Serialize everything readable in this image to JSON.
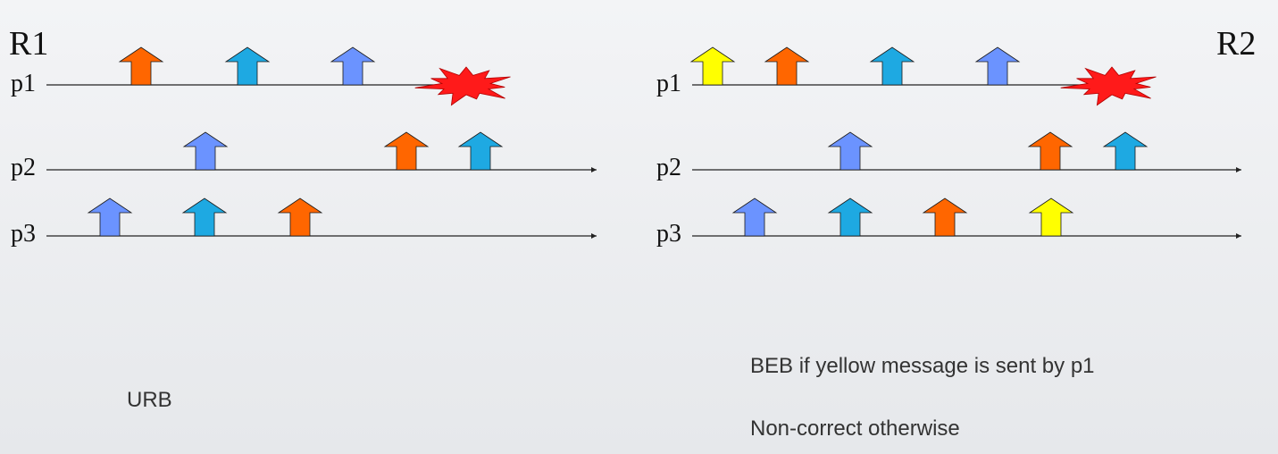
{
  "colors": {
    "orange": "#ff6600",
    "teal": "#1ea9e2",
    "blue": "#6b93ff",
    "yellow": "#ffff00",
    "crash": "#ff1a1a",
    "line": "#222222"
  },
  "runs": [
    {
      "title": "R1",
      "processes": [
        {
          "label": "p1",
          "has_arrowhead": false,
          "crash": true,
          "deliveries": [
            "orange",
            "teal",
            "blue"
          ]
        },
        {
          "label": "p2",
          "has_arrowhead": true,
          "crash": false,
          "deliveries": [
            "blue",
            "orange",
            "teal"
          ]
        },
        {
          "label": "p3",
          "has_arrowhead": true,
          "crash": false,
          "deliveries": [
            "blue",
            "teal",
            "orange"
          ]
        }
      ],
      "captions": [
        "URB"
      ]
    },
    {
      "title": "R2",
      "processes": [
        {
          "label": "p1",
          "has_arrowhead": false,
          "crash": true,
          "deliveries": [
            "yellow",
            "orange",
            "teal",
            "blue"
          ]
        },
        {
          "label": "p2",
          "has_arrowhead": true,
          "crash": false,
          "deliveries": [
            "blue",
            "orange",
            "teal"
          ]
        },
        {
          "label": "p3",
          "has_arrowhead": true,
          "crash": false,
          "deliveries": [
            "blue",
            "teal",
            "orange",
            "yellow"
          ]
        }
      ],
      "captions": [
        "BEB if yellow message is sent by p1",
        "Non-correct otherwise"
      ]
    }
  ]
}
